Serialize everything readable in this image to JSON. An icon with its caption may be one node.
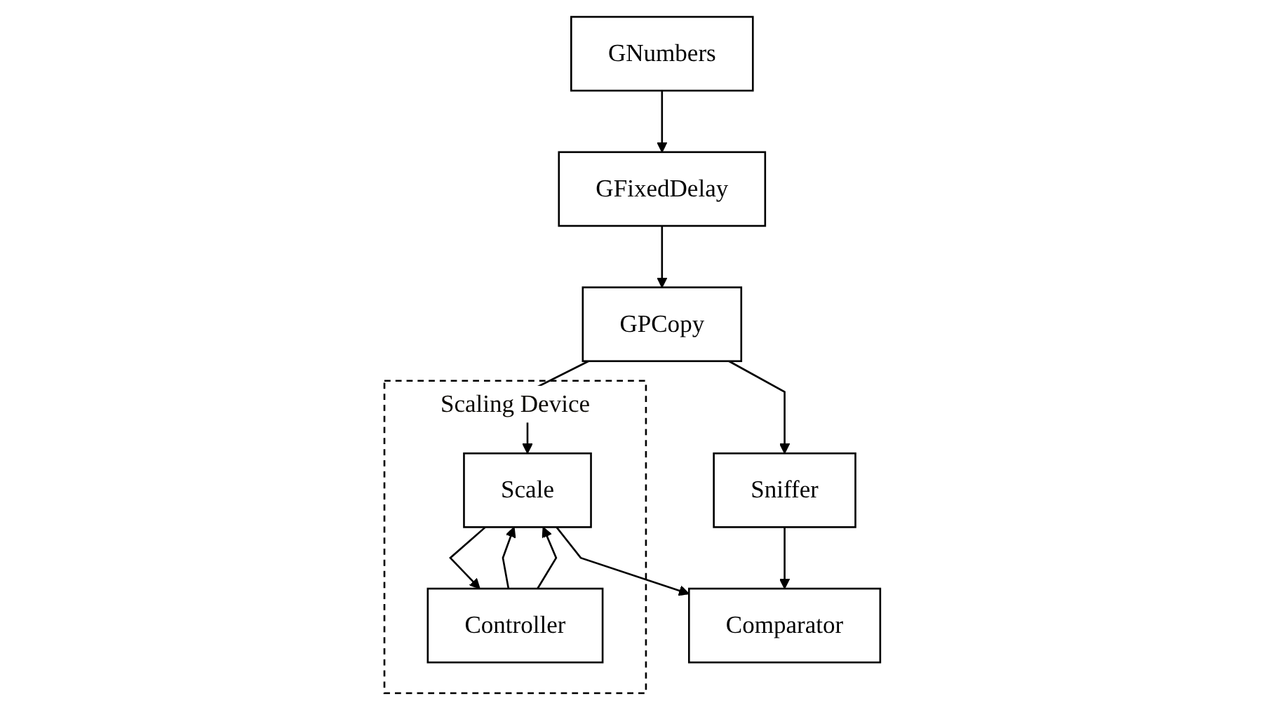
{
  "diagram": {
    "nodes": [
      {
        "text": [
          "GNumbers"
        ]
      },
      {
        "text": [
          "Scaling Device"
        ]
      },
      {
        "text": [
          "Controller"
        ],
        "in": 1
      },
      {
        "text": [
          "GFixedDelay"
        ]
      },
      {
        "text": [
          "GPCopy"
        ]
      },
      {
        "text": [
          "Scale"
        ],
        "in": 1
      },
      {
        "text": [
          "Sniffer"
        ]
      },
      {
        "text": [
          "Comparator"
        ]
      }
    ],
    "edges": [
      {
        "from": 0,
        "to": 3,
        "arrow": "to"
      },
      {
        "from": 3,
        "to": 4,
        "arrow": "to"
      },
      {
        "from": 4,
        "to": 5,
        "arrow": "to"
      },
      {
        "from": 2,
        "to": 5,
        "arrow": "to"
      },
      {
        "from": 5,
        "to": 2,
        "arrow": "to"
      },
      {
        "from": 2,
        "to": 5,
        "arrow": "to"
      },
      {
        "from": 4,
        "to": 6,
        "arrow": "to"
      },
      {
        "from": 5,
        "to": 7,
        "arrow": "to"
      },
      {
        "from": 6,
        "to": 7,
        "arrow": "to"
      }
    ]
  }
}
